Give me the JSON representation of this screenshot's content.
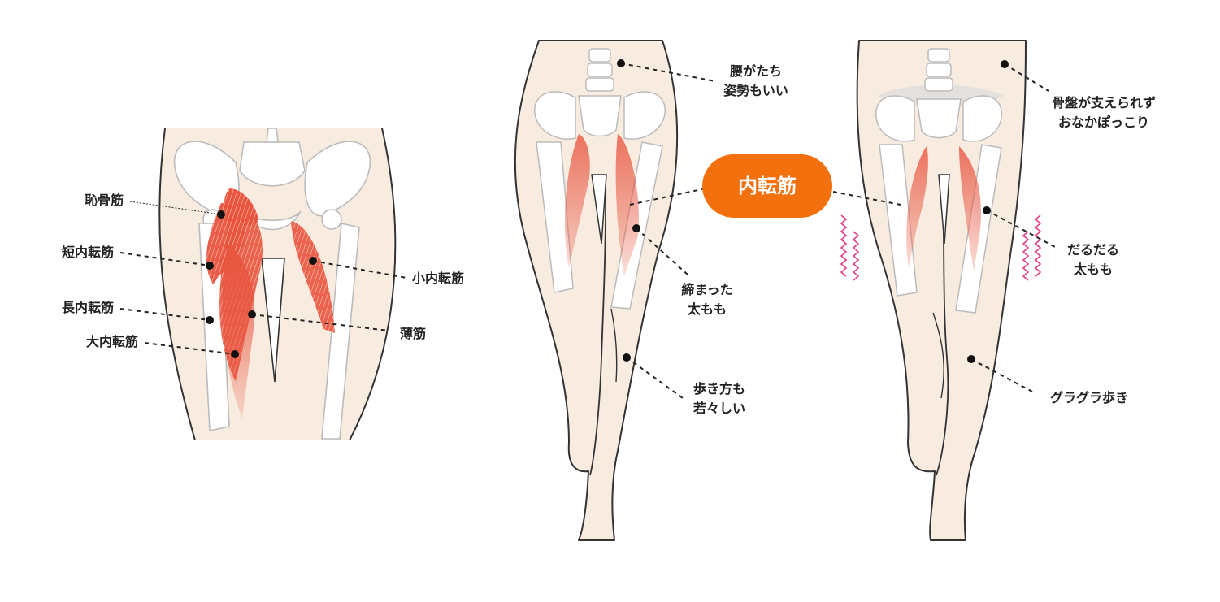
{
  "colors": {
    "skin": "#f8ebe0",
    "outline": "#333333",
    "bone_stroke": "#bbbbbb",
    "muscle": "#e8543e",
    "accent_orange": "#f2700d",
    "wavy_pink": "#e63d86"
  },
  "anatomy_labels": {
    "pubic": "恥骨筋",
    "brevis": "短内転筋",
    "longus": "長内転筋",
    "magnus": "大内転筋",
    "minimus": "小内転筋",
    "gracilis": "薄筋"
  },
  "center_badge": "内転筋",
  "good_side": {
    "posture_l1": "腰がたち",
    "posture_l2": "姿勢もいい",
    "thigh_l1": "締まった",
    "thigh_l2": "太もも",
    "walk_l1": "歩き方も",
    "walk_l2": "若々しい"
  },
  "bad_side": {
    "pelvis_l1": "骨盤が支えられず",
    "pelvis_l2": "おなかぽっこり",
    "thigh_l1": "だるだる",
    "thigh_l2": "太もも",
    "walk": "グラグラ歩き"
  }
}
